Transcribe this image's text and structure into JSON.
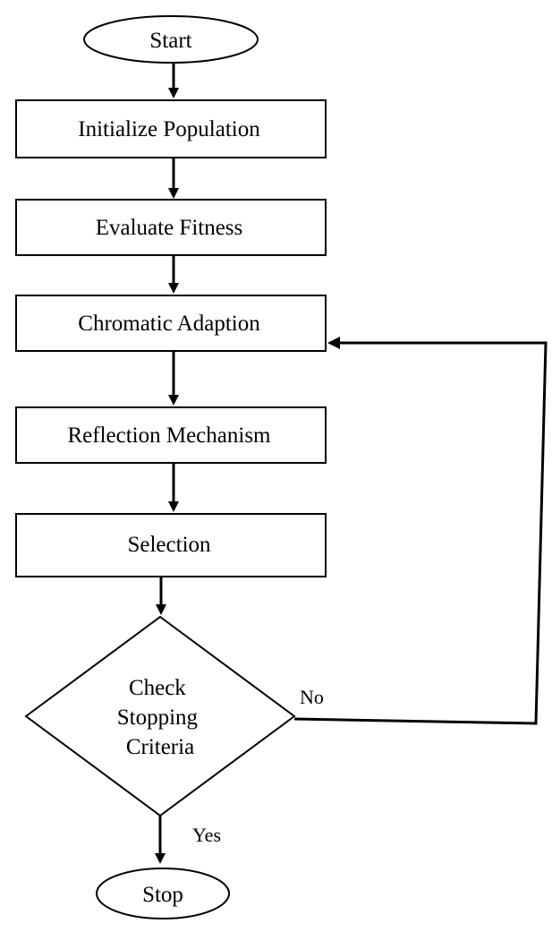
{
  "flowchart": {
    "start": "Start",
    "steps": [
      "Initialize Population",
      "Evaluate Fitness",
      "Chromatic Adaption",
      "Reflection Mechanism",
      "Selection"
    ],
    "decision": [
      "Check",
      "Stopping",
      "Criteria"
    ],
    "branch_no": "No",
    "branch_yes": "Yes",
    "end": "Stop"
  }
}
